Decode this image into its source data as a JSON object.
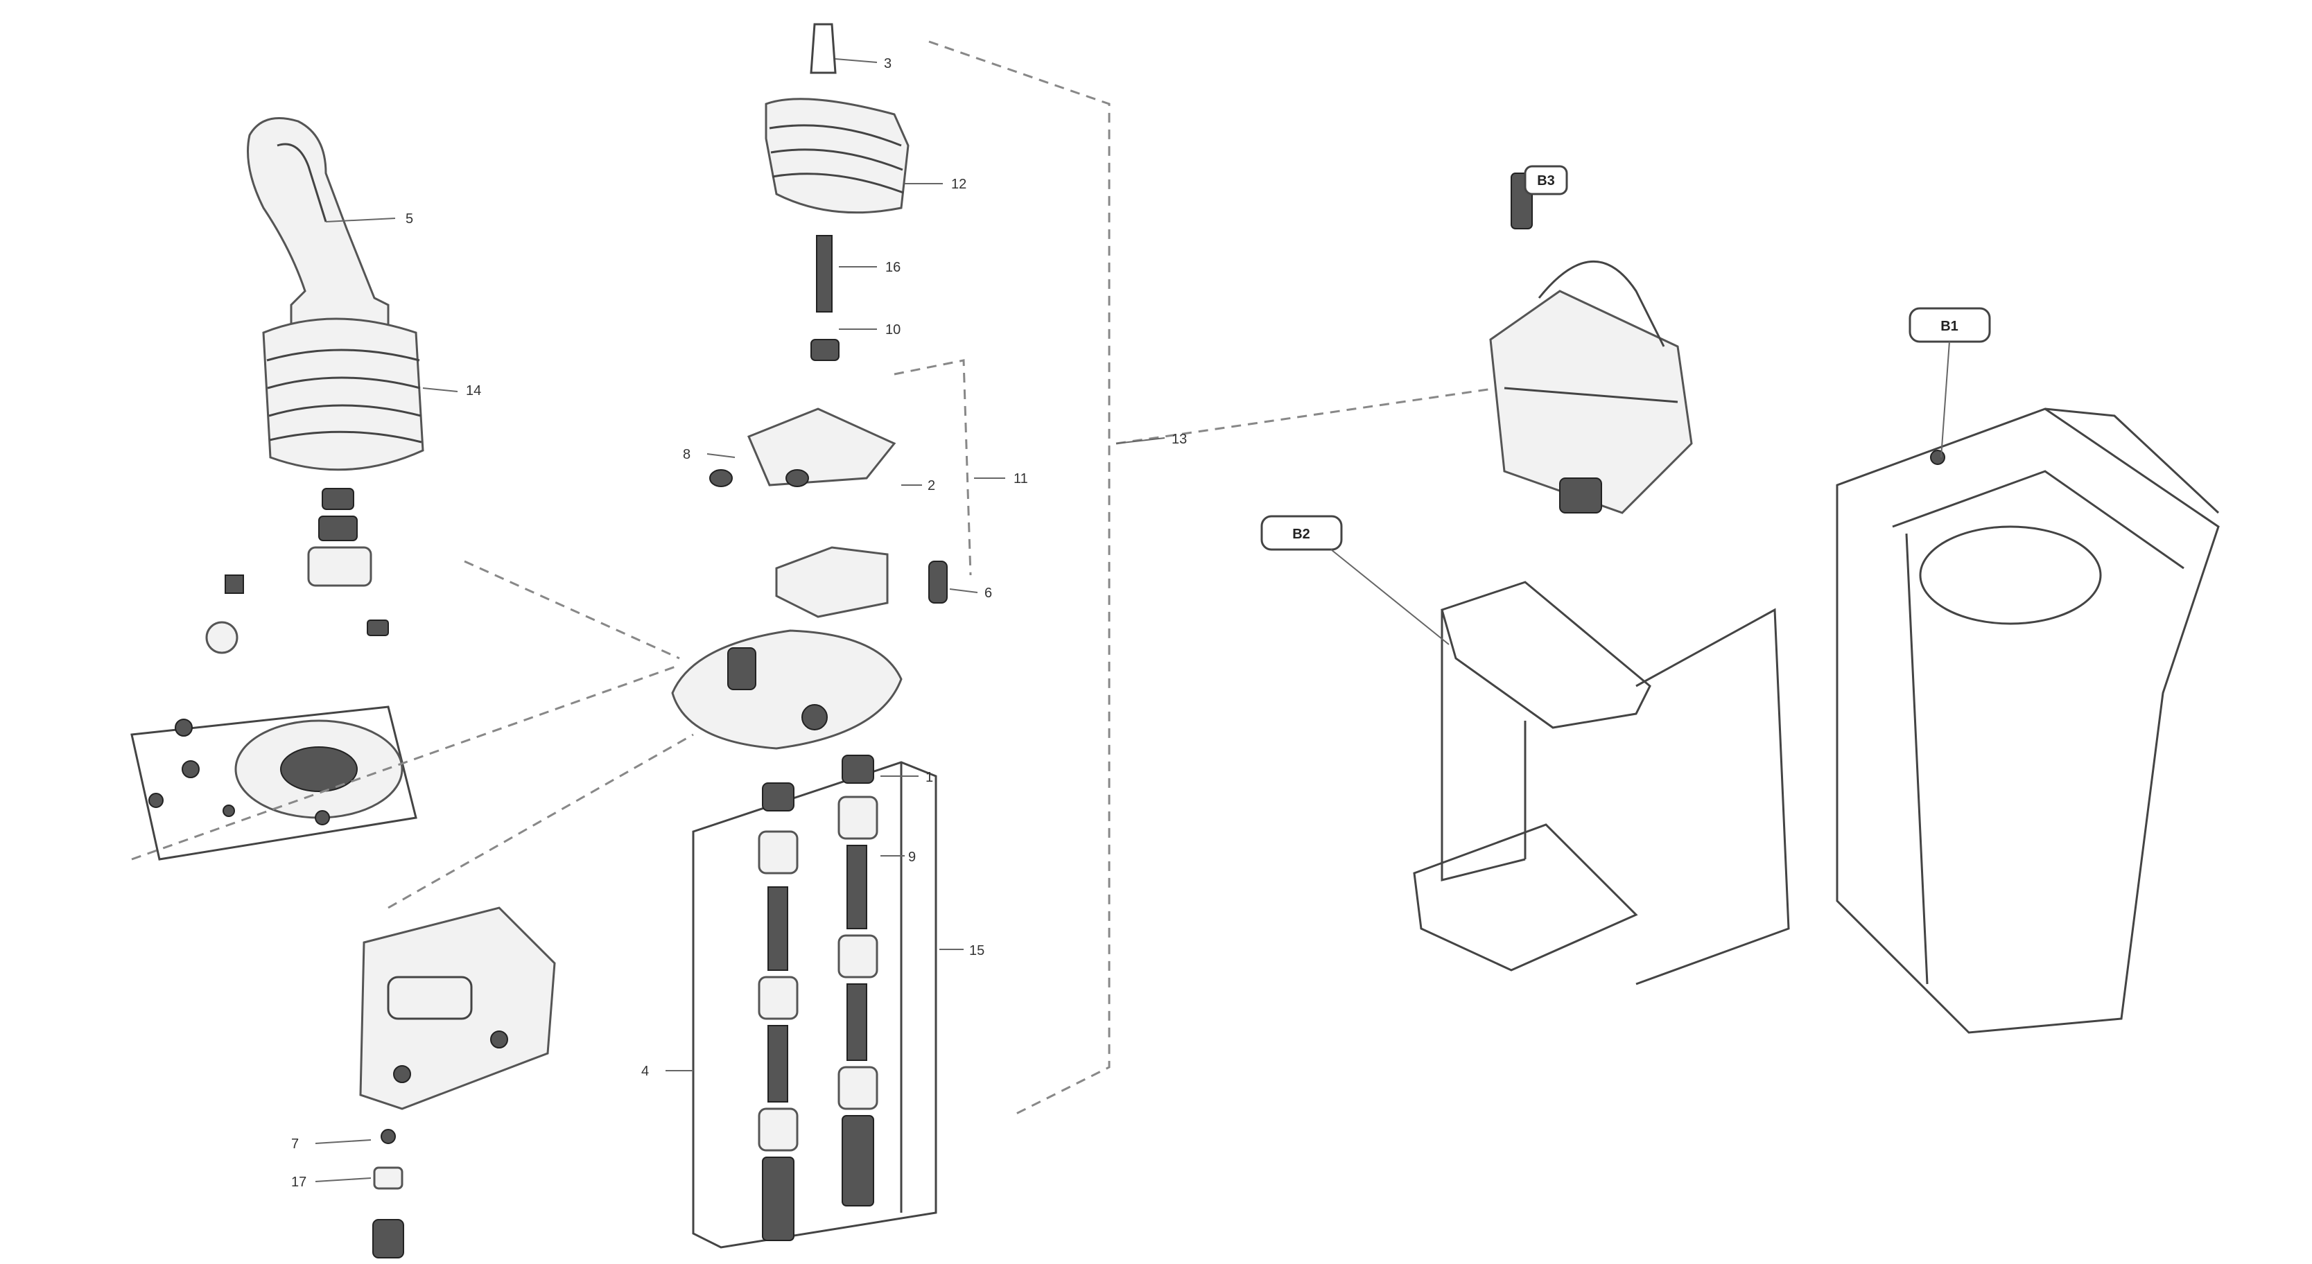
{
  "diagram": {
    "callouts": [
      "5",
      "14",
      "3",
      "12",
      "16",
      "10",
      "8",
      "11",
      "2",
      "13",
      "6",
      "1",
      "9",
      "15",
      "4",
      "7",
      "17"
    ],
    "reference_boxes": [
      "B1",
      "B2",
      "B3"
    ],
    "doc_id_lines": [
      "",
      ""
    ]
  }
}
